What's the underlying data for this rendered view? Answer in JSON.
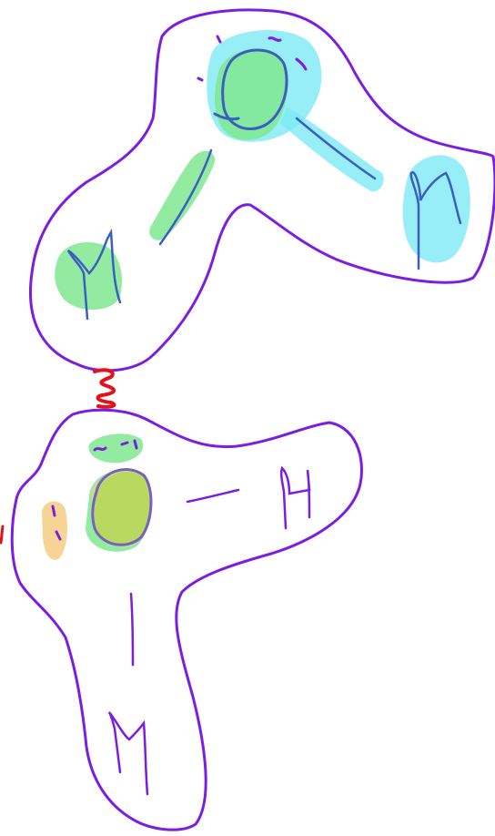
{
  "colors": {
    "outline": "#7a1fe0",
    "ink": "#3a5fc0",
    "green_fill": "#7fe88f",
    "cyan_fill": "#7eeaf5",
    "orange_fill": "#f6cf8a",
    "olive_fill": "#b6d85a",
    "link_red": "#e5101c",
    "background": "#ffffff"
  },
  "icons": [
    "ameba-top-outline",
    "ameba-bottom-outline",
    "red-spring-connector",
    "y-shaped-receptor"
  ]
}
